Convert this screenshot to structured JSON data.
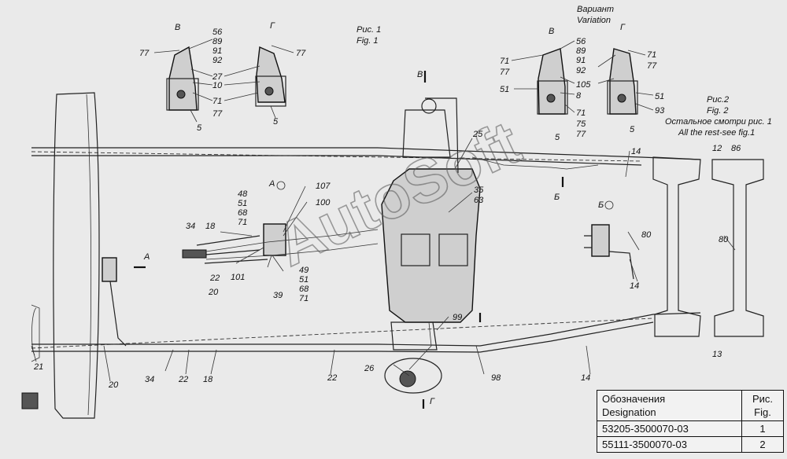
{
  "watermark": "AutoSoft",
  "captions": {
    "fig1_ru": "Рис. 1",
    "fig1_en": "Fig. 1",
    "variant_ru": "Вариант",
    "variant_en": "Variation",
    "fig2_ru": "Рис.2",
    "fig2_en": "Fig. 2",
    "rest_ru": "Остальное смотри рис. 1",
    "rest_en": "All the rest-see fig.1"
  },
  "view_letters": {
    "v1": "В",
    "g1": "Г",
    "v2": "В",
    "g2": "Г",
    "a1": "A",
    "a2": "А",
    "b1": "Б",
    "b2": "Б",
    "v3": "В",
    "g3": "Г"
  },
  "labels": {
    "detailV_left": [
      "77",
      "56",
      "89",
      "91",
      "92",
      "27",
      "10",
      "71",
      "77",
      "5"
    ],
    "detailG_left": [
      "77",
      "5"
    ],
    "variantV": [
      "71",
      "77",
      "56",
      "89",
      "91",
      "92",
      "51",
      "105",
      "8",
      "71",
      "75",
      "77",
      "5"
    ],
    "variantG": [
      "71",
      "77",
      "51",
      "93",
      "5"
    ],
    "main": [
      "48",
      "51",
      "68",
      "71",
      "107",
      "100",
      "34",
      "18",
      "22",
      "101",
      "20",
      "49",
      "51",
      "68",
      "71",
      "39",
      "25",
      "35",
      "63",
      "14",
      "80",
      "80",
      "14",
      "12",
      "86",
      "99",
      "21",
      "20",
      "34",
      "22",
      "18",
      "22",
      "26",
      "98",
      "14",
      "13"
    ]
  },
  "legend": {
    "header_col1": [
      "Обозначения",
      "Designation"
    ],
    "header_col2": [
      "Рис.",
      "Fig."
    ],
    "rows": [
      {
        "designation": "53205-3500070-03",
        "fig": "1"
      },
      {
        "designation": "55111-3500070-03",
        "fig": "2"
      }
    ]
  }
}
